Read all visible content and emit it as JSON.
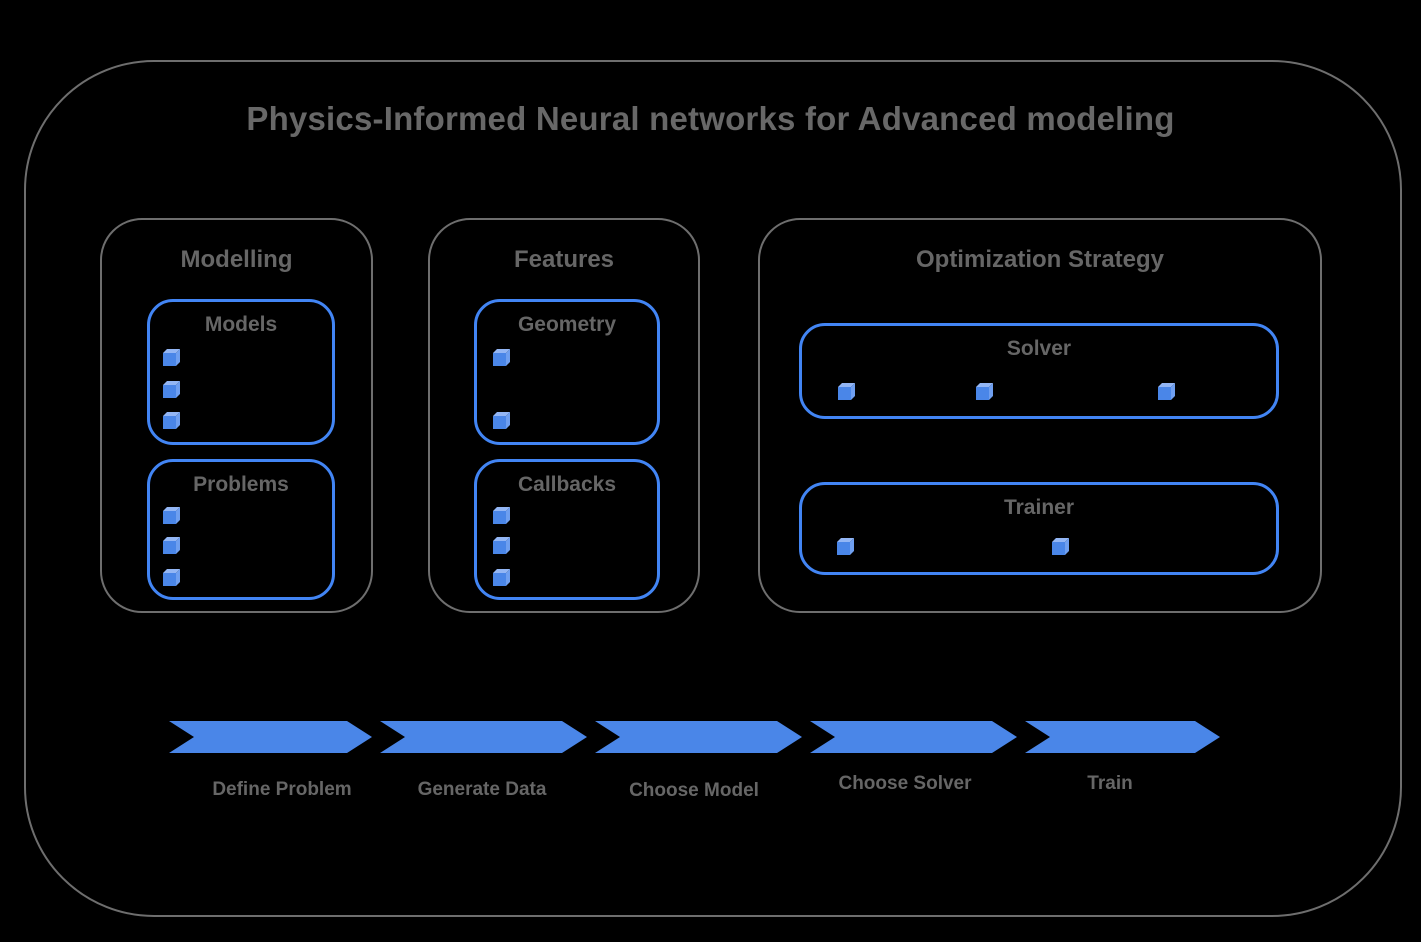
{
  "title": "Physics-Informed Neural networks for Advanced modeling",
  "colors": {
    "background": "#000000",
    "frame_border_gray": "#6e6e6e",
    "text_gray": "#666666",
    "box_border_blue": "#4285f4",
    "chevron_blue": "#4a86e8",
    "cube_front_blue": "#4a86e8",
    "cube_top_highlight": "#93b6f5",
    "cube_side_blue": "#6f9ff0"
  },
  "icons": {
    "bullet": "cube-icon"
  },
  "sections": [
    {
      "title": "Modelling",
      "boxes": [
        {
          "title": "Models",
          "bullet_count": 3
        },
        {
          "title": "Problems",
          "bullet_count": 3
        }
      ]
    },
    {
      "title": "Features",
      "boxes": [
        {
          "title": "Geometry",
          "bullet_count": 2
        },
        {
          "title": "Callbacks",
          "bullet_count": 3
        }
      ]
    },
    {
      "title": "Optimization Strategy",
      "boxes": [
        {
          "title": "Solver",
          "bullet_count": 3
        },
        {
          "title": "Trainer",
          "bullet_count": 2
        }
      ]
    }
  ],
  "flow": {
    "steps": [
      {
        "label": "Define Problem"
      },
      {
        "label": "Generate Data"
      },
      {
        "label": "Choose Model"
      },
      {
        "label": "Choose Solver"
      },
      {
        "label": "Train"
      }
    ]
  }
}
